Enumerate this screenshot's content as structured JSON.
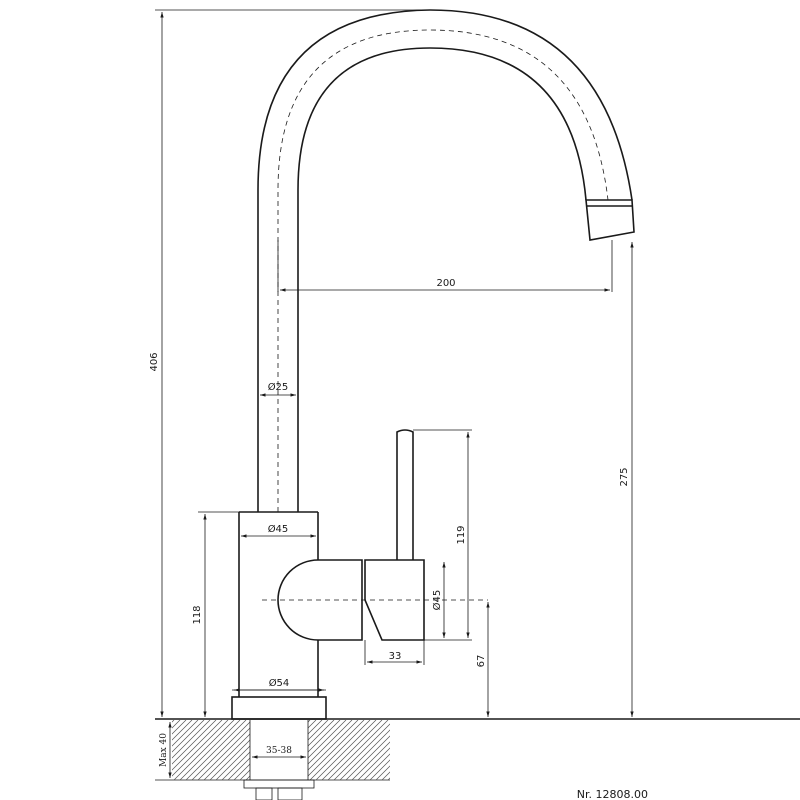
{
  "dimensions": {
    "overall_height": "406",
    "reach": "200",
    "spout_height": "275",
    "tube_diameter": "Ø25",
    "body_diameter": "Ø45",
    "base_diameter": "Ø54",
    "body_height": "118",
    "lever_height": "119",
    "lever_diameter": "Ø45",
    "lever_offset": "33",
    "lever_axis_height": "67",
    "max_deck_thickness": "Max 40",
    "hole_diameter": "35-38"
  },
  "drawing_number": "Nr. 12808.00"
}
